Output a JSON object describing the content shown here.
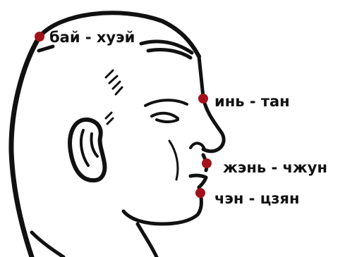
{
  "points": [
    {
      "id": "bai-huei",
      "label": "бай - хуэй"
    },
    {
      "id": "yin-tang",
      "label": "инь - тан"
    },
    {
      "id": "zhen-zhong",
      "label": "жэнь - чжун"
    },
    {
      "id": "cheng-jiang",
      "label": "чэн - цзян"
    }
  ],
  "colors": {
    "point": "#a3121a",
    "ink": "#111111"
  }
}
